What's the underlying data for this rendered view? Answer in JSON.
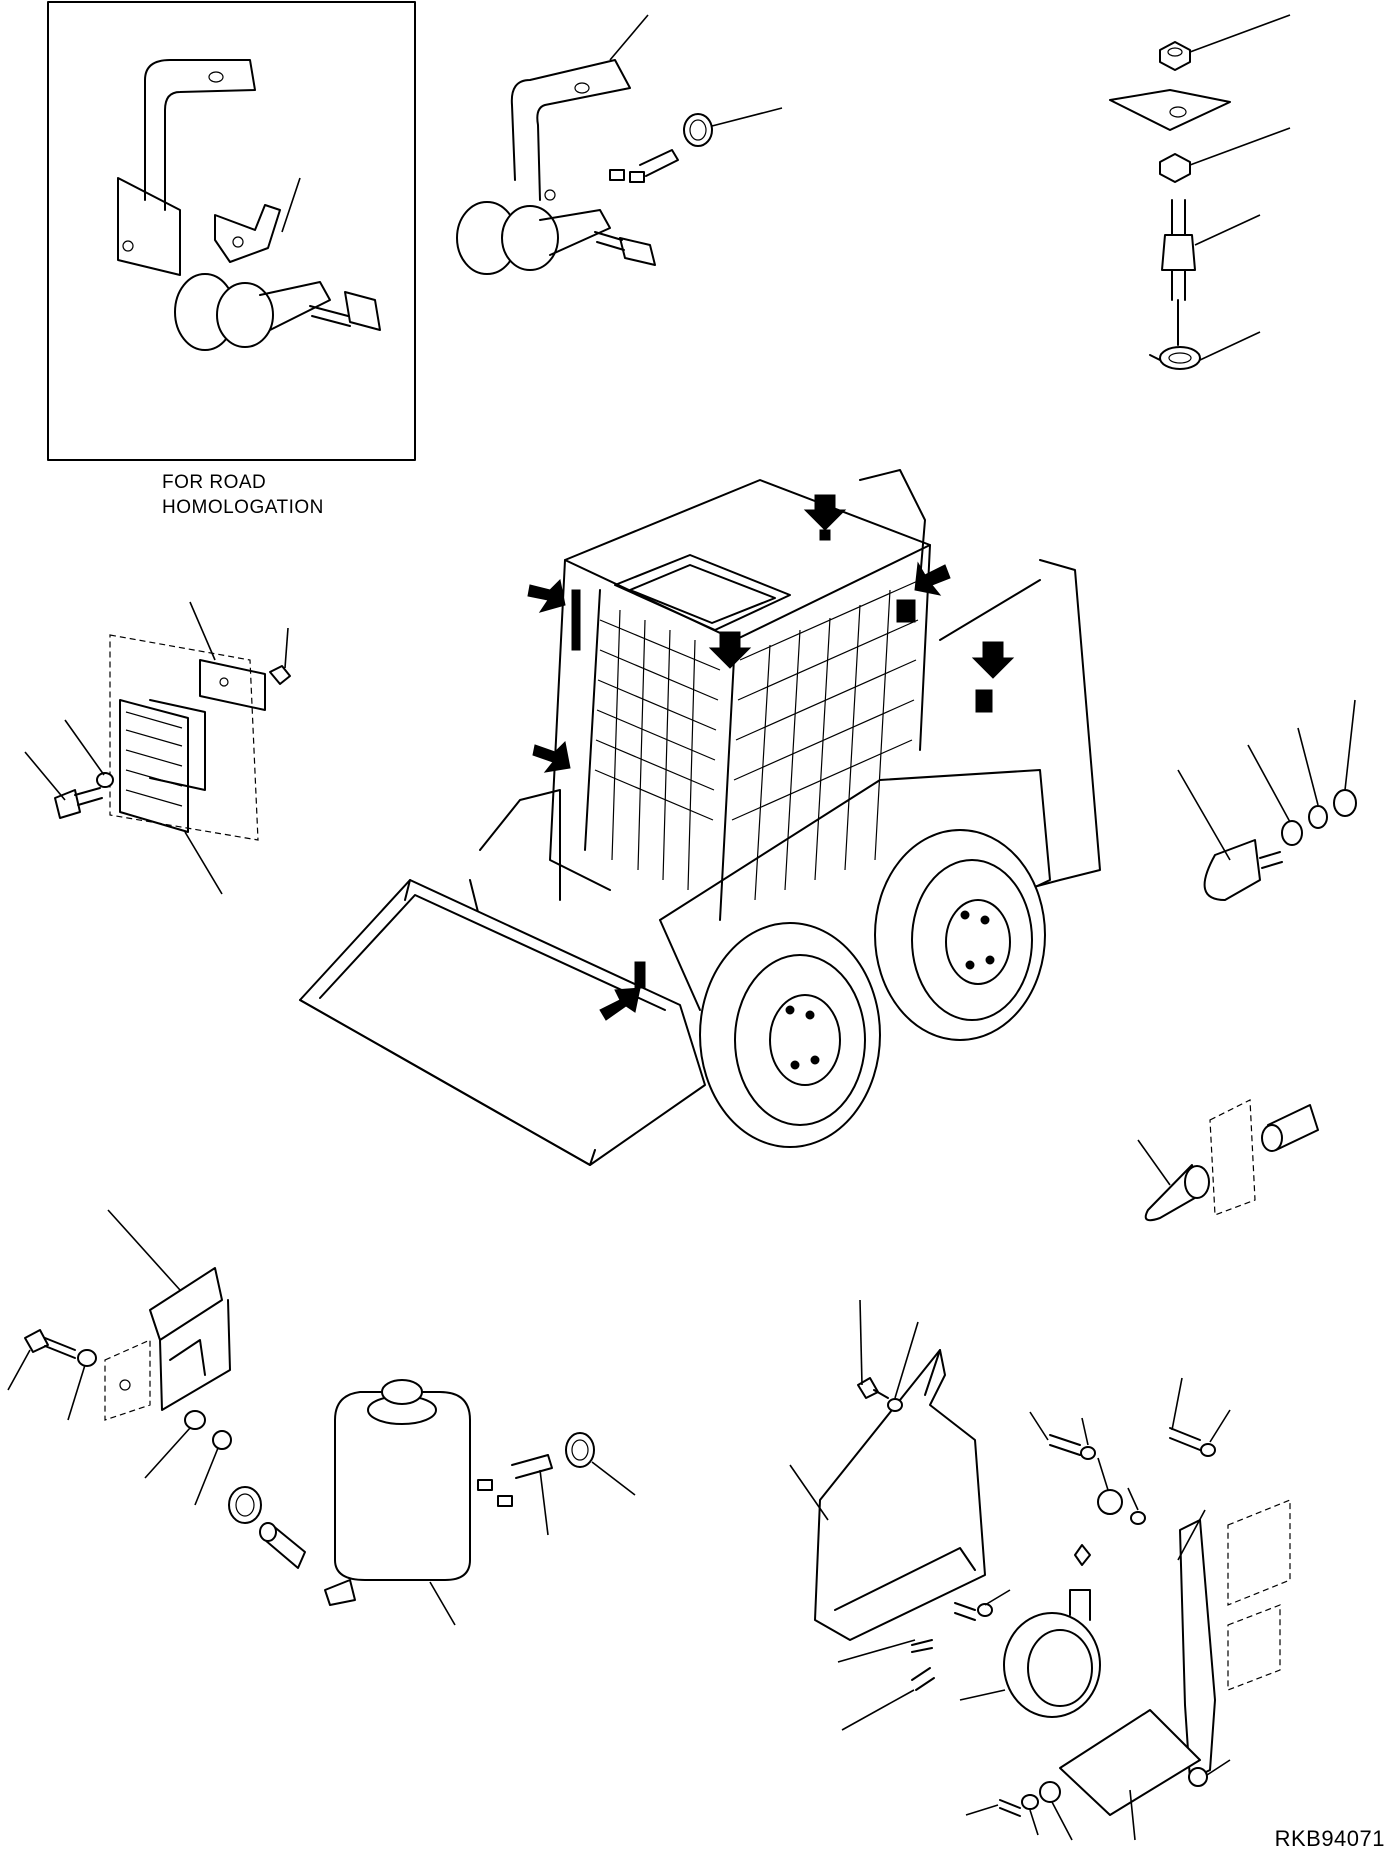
{
  "inset": {
    "caption_line1": "FOR ROAD",
    "caption_line2": "HOMOLOGATION"
  },
  "reference_code": "RKB94071"
}
